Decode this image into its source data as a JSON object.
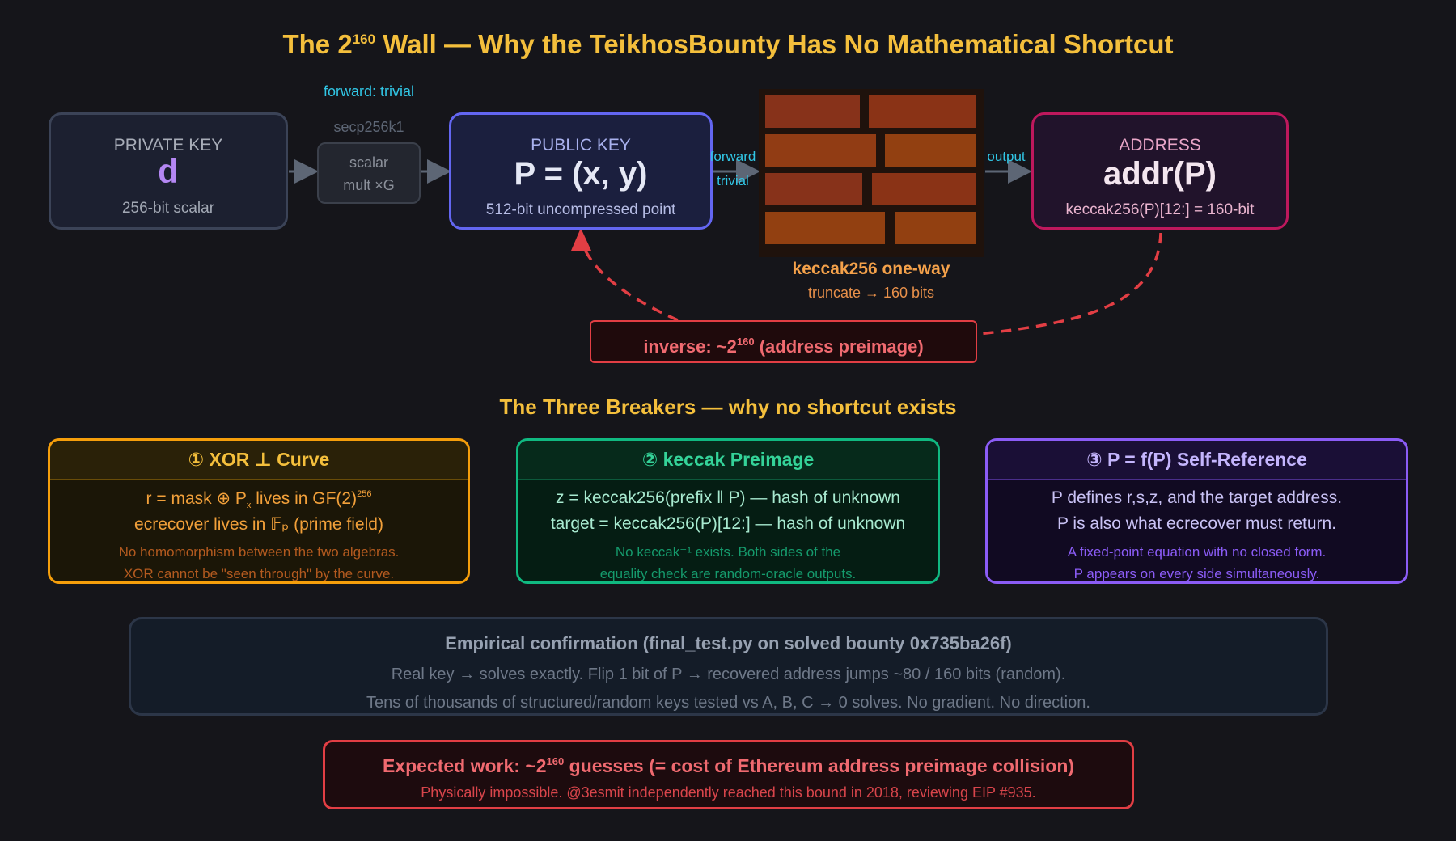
{
  "title": {
    "before": "The 2",
    "sup": "160",
    "after": " Wall — Why the TeikhosBounty Has No Mathematical Shortcut"
  },
  "colors": {
    "background": "#15151a",
    "accent_yellow": "#f4bf3c",
    "red": "#e23e44",
    "indigo": "#6366f1",
    "pink": "#be185d",
    "orange": "#f59e0b",
    "green": "#10b981",
    "purple": "#8b5cf6"
  },
  "top_flow": {
    "private_key": {
      "label": "PRIVATE KEY",
      "symbol": "d",
      "note": "256-bit scalar"
    },
    "forward_trivial_label": "forward: trivial",
    "curve_label": "secp256k1",
    "mult_box": {
      "line1": "scalar",
      "line2": "mult ×G"
    },
    "public_key": {
      "label": "PUBLIC KEY",
      "symbol": "P = (x, y)",
      "note": "512-bit uncompressed point"
    },
    "hash_arrow": {
      "line1": "forward",
      "line2": "trivial"
    },
    "wall": {
      "title": "keccak256 one-way",
      "subtitle": "truncate → 160 bits",
      "icon": "brick-wall-icon"
    },
    "output_label": "output",
    "address": {
      "label": "ADDRESS",
      "symbol": "addr(P)",
      "note": "keccak256(P)[12:] = 160-bit"
    },
    "inverse": {
      "before": "inverse: ~2",
      "sup": "160",
      "after": " (address preimage)"
    }
  },
  "breakers_title": "The Three Breakers — why no shortcut exists",
  "breakers": [
    {
      "title": "① XOR ⊥ Curve",
      "line1_a": "r = mask ⊕ P",
      "line1_sub": "x",
      "line1_b": " lives in GF(2)",
      "line1_sup": "256",
      "line2": "ecrecover lives in 𝔽ₚ (prime field)",
      "note1": "No homomorphism between the two algebras.",
      "note2": "XOR cannot be \"seen through\" by the curve."
    },
    {
      "title": "② keccak Preimage",
      "line1": "z = keccak256(prefix ‖ P) — hash of unknown",
      "line2": "target = keccak256(P)[12:] — hash of unknown",
      "note1": "No keccak⁻¹ exists. Both sides of the",
      "note2": "equality check are random-oracle outputs."
    },
    {
      "title": "③ P = f(P) Self-Reference",
      "line1": "P defines r,s,z, and the target address.",
      "line2": "P is also what ecrecover must return.",
      "note1": "A fixed-point equation with no closed form.",
      "note2": "P appears on every side simultaneously."
    }
  ],
  "empirical": {
    "title": "Empirical confirmation (final_test.py on solved bounty 0x735ba26f)",
    "line1": "Real key → solves exactly. Flip 1 bit of P → recovered address jumps ~80 / 160 bits (random).",
    "line2": "Tens of thousands of structured/random keys tested vs A, B, C → 0 solves. No gradient. No direction."
  },
  "expected": {
    "title_before": "Expected work: ~2",
    "title_sup": "160",
    "title_after": " guesses (= cost of Ethereum address preimage collision)",
    "note": "Physically impossible. @3esmit independently reached this bound in 2018, reviewing EIP #935."
  }
}
